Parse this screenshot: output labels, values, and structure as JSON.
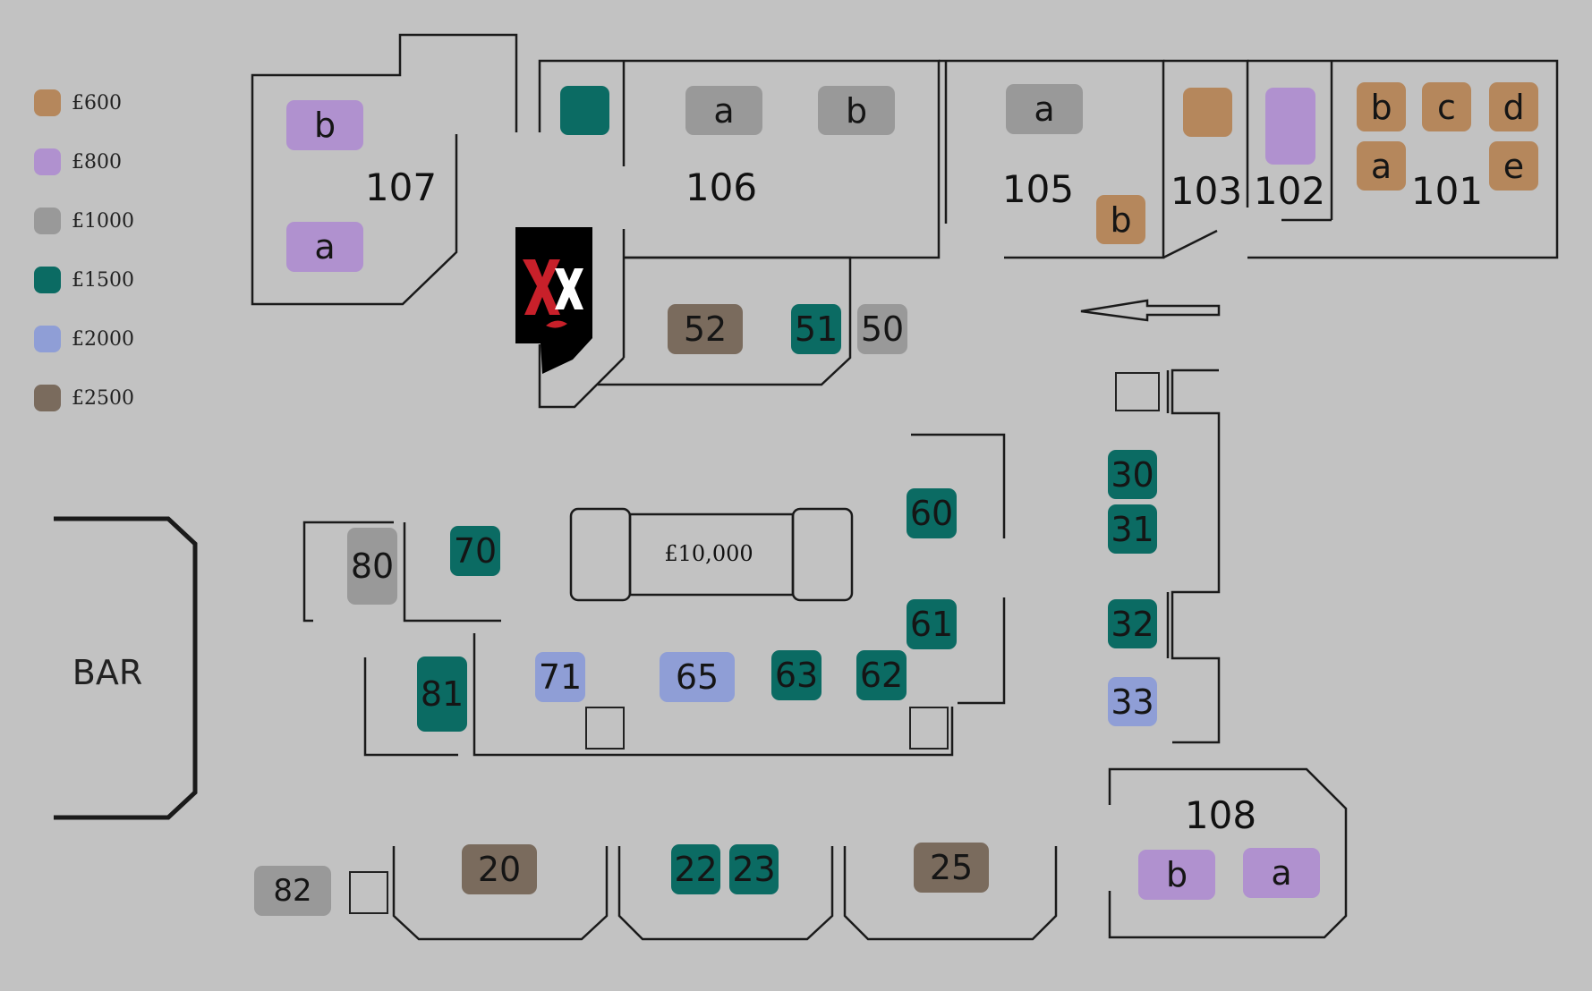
{
  "legend": [
    {
      "label": "£600",
      "color": "#b5875c"
    },
    {
      "label": "£800",
      "color": "#b091cf"
    },
    {
      "label": "£1000",
      "color": "#999999"
    },
    {
      "label": "£1500",
      "color": "#0b6b63"
    },
    {
      "label": "£2000",
      "color": "#8f9ed6"
    },
    {
      "label": "£2500",
      "color": "#7a6b5d"
    }
  ],
  "rooms": {
    "r107": "107",
    "r106": "106",
    "r105": "105",
    "r103": "103",
    "r102": "102",
    "r101": "101",
    "r108": "108"
  },
  "bar": "BAR",
  "centerpiece": "£10,000",
  "tables": {
    "t107b": {
      "label": "b",
      "tier": "£800"
    },
    "t107a": {
      "label": "a",
      "tier": "£800"
    },
    "t106x": {
      "label": "",
      "tier": "£1500"
    },
    "t106a": {
      "label": "a",
      "tier": "£1000"
    },
    "t106b": {
      "label": "b",
      "tier": "£1000"
    },
    "t105a": {
      "label": "a",
      "tier": "£1000"
    },
    "t105b": {
      "label": "b",
      "tier": "£600"
    },
    "t103": {
      "label": "",
      "tier": "£600"
    },
    "t102": {
      "label": "",
      "tier": "£800"
    },
    "t101b": {
      "label": "b",
      "tier": "£600"
    },
    "t101c": {
      "label": "c",
      "tier": "£600"
    },
    "t101d": {
      "label": "d",
      "tier": "£600"
    },
    "t101a": {
      "label": "a",
      "tier": "£600"
    },
    "t101e": {
      "label": "e",
      "tier": "£600"
    },
    "t52": {
      "label": "52",
      "tier": "£2500"
    },
    "t51": {
      "label": "51",
      "tier": "£1500"
    },
    "t50": {
      "label": "50",
      "tier": "£1000"
    },
    "t30": {
      "label": "30",
      "tier": "£1500"
    },
    "t31": {
      "label": "31",
      "tier": "£1500"
    },
    "t32": {
      "label": "32",
      "tier": "£1500"
    },
    "t33": {
      "label": "33",
      "tier": "£2000"
    },
    "t60": {
      "label": "60",
      "tier": "£1500"
    },
    "t61": {
      "label": "61",
      "tier": "£1500"
    },
    "t62": {
      "label": "62",
      "tier": "£1500"
    },
    "t63": {
      "label": "63",
      "tier": "£1500"
    },
    "t65": {
      "label": "65",
      "tier": "£2000"
    },
    "t71": {
      "label": "71",
      "tier": "£2000"
    },
    "t70": {
      "label": "70",
      "tier": "£1500"
    },
    "t80": {
      "label": "80",
      "tier": "£1000"
    },
    "t81": {
      "label": "81",
      "tier": "£1500"
    },
    "t82": {
      "label": "82",
      "tier": "£1000"
    },
    "t20": {
      "label": "20",
      "tier": "£2500"
    },
    "t22": {
      "label": "22",
      "tier": "£1500"
    },
    "t23": {
      "label": "23",
      "tier": "£1500"
    },
    "t25": {
      "label": "25",
      "tier": "£2500"
    },
    "t108b": {
      "label": "b",
      "tier": "£800"
    },
    "t108a": {
      "label": "a",
      "tier": "£800"
    }
  }
}
